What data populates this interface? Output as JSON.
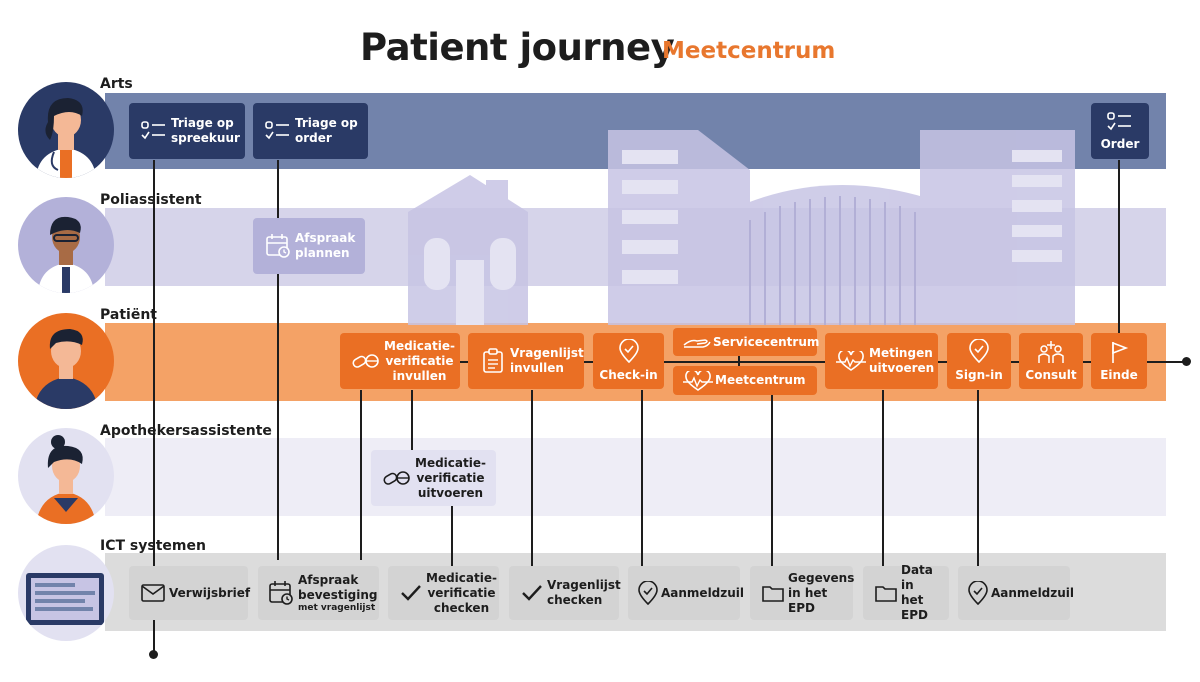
{
  "title": "Patient journey",
  "subtitle": "Meetcentrum",
  "lanes": [
    "Arts",
    "Poliassistent",
    "Patiënt",
    "Apothekersassistente",
    "ICT systemen"
  ],
  "arts": {
    "triage_spreekuur": [
      "Triage op",
      "spreekuur"
    ],
    "triage_order": [
      "Triage op",
      "order"
    ],
    "order": "Order"
  },
  "poli": {
    "afspraak_plannen": [
      "Afspraak",
      "plannen"
    ]
  },
  "patient": {
    "medicatie_invullen": [
      "Medicatie-",
      "verificatie",
      "invullen"
    ],
    "vragenlijst_invullen": [
      "Vragenlijst",
      "invullen"
    ],
    "checkin": "Check-in",
    "servicecentrum": "Servicecentrum",
    "meetcentrum": "Meetcentrum",
    "metingen": [
      "Metingen",
      "uitvoeren"
    ],
    "signin": "Sign-in",
    "consult": "Consult",
    "einde": "Einde"
  },
  "apotheek": {
    "medicatie_uitvoeren": [
      "Medicatie-",
      "verificatie",
      "uitvoeren"
    ]
  },
  "ict": {
    "verwijsbrief": "Verwijsbrief",
    "afspraak_bevestiging": [
      "Afspraak",
      "bevestiging"
    ],
    "met_vragenlijst": "met vragenlijst",
    "medicatie_checken": [
      "Medicatie-",
      "verificatie",
      "checken"
    ],
    "vragenlijst_checken": [
      "Vragenlijst",
      "checken"
    ],
    "aanmeldzuil_1": "Aanmeldzuil",
    "gegevens_epd": [
      "Gegevens",
      "in het EPD"
    ],
    "data_epd": [
      "Data in",
      "het EPD"
    ],
    "aanmeldzuil_2": "Aanmeldzuil"
  },
  "colors": {
    "arts_band": "#7283ab",
    "poli_band": "#d6d4ea",
    "patient_band": "#f4a266",
    "apotheek_band": "#eeedf6",
    "ict_band": "#dcdcdc",
    "navy_card": "#2a3a66",
    "orange_card": "#ea6f24",
    "accent": "#e8772e"
  }
}
